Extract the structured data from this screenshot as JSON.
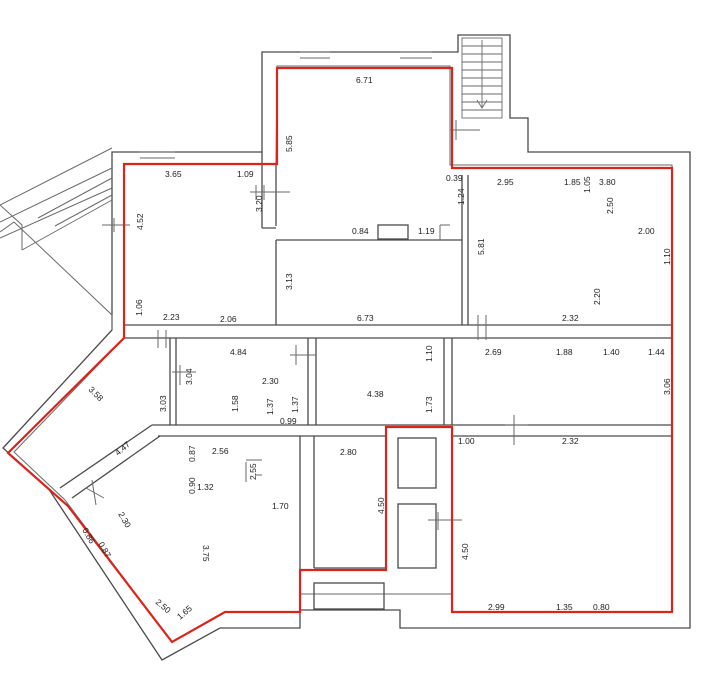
{
  "plan": {
    "highlight_color": "#d9251d",
    "wall_color": "#4a4a4a",
    "dimensions": [
      {
        "id": "d671",
        "text": "6.71"
      },
      {
        "id": "d585",
        "text": "5.85"
      },
      {
        "id": "d365",
        "text": "3.65"
      },
      {
        "id": "d109",
        "text": "1.09"
      },
      {
        "id": "d320",
        "text": "3.20"
      },
      {
        "id": "d452",
        "text": "4.52"
      },
      {
        "id": "d084",
        "text": "0.84"
      },
      {
        "id": "d119",
        "text": "1.19"
      },
      {
        "id": "d313",
        "text": "3.13"
      },
      {
        "id": "d039",
        "text": "0.39"
      },
      {
        "id": "d124",
        "text": "1.24"
      },
      {
        "id": "d295",
        "text": "2.95"
      },
      {
        "id": "d185",
        "text": "1.85"
      },
      {
        "id": "d105",
        "text": "1.05"
      },
      {
        "id": "d380",
        "text": "3.80"
      },
      {
        "id": "d250",
        "text": "2.50"
      },
      {
        "id": "d200",
        "text": "2.00"
      },
      {
        "id": "d581",
        "text": "5.81"
      },
      {
        "id": "d110a",
        "text": "1.10"
      },
      {
        "id": "d220",
        "text": "2.20"
      },
      {
        "id": "d232a",
        "text": "2.32"
      },
      {
        "id": "d106",
        "text": "1.06"
      },
      {
        "id": "d223",
        "text": "2.23"
      },
      {
        "id": "d206",
        "text": "2.06"
      },
      {
        "id": "d673",
        "text": "6.73"
      },
      {
        "id": "d484",
        "text": "4.84"
      },
      {
        "id": "d110b",
        "text": "1.10"
      },
      {
        "id": "d269",
        "text": "2.69"
      },
      {
        "id": "d188",
        "text": "1.88"
      },
      {
        "id": "d140",
        "text": "1.40"
      },
      {
        "id": "d144",
        "text": "1.44"
      },
      {
        "id": "d358",
        "text": "3.58"
      },
      {
        "id": "d304",
        "text": "3.04"
      },
      {
        "id": "d230a",
        "text": "2.30"
      },
      {
        "id": "d303",
        "text": "3.03"
      },
      {
        "id": "d158",
        "text": "1.58"
      },
      {
        "id": "d137a",
        "text": "1.37"
      },
      {
        "id": "d137b",
        "text": "1.37"
      },
      {
        "id": "d099",
        "text": "0.99"
      },
      {
        "id": "d438",
        "text": "4.38"
      },
      {
        "id": "d173",
        "text": "1.73"
      },
      {
        "id": "d306",
        "text": "3.06"
      },
      {
        "id": "d100",
        "text": "1.00"
      },
      {
        "id": "d232b",
        "text": "2.32"
      },
      {
        "id": "d447",
        "text": "4.47"
      },
      {
        "id": "d087a",
        "text": "0.87"
      },
      {
        "id": "d256",
        "text": "2.56"
      },
      {
        "id": "d255",
        "text": "2.55"
      },
      {
        "id": "d280",
        "text": "2.80"
      },
      {
        "id": "d090",
        "text": "0.90"
      },
      {
        "id": "d132",
        "text": "1.32"
      },
      {
        "id": "d170",
        "text": "1.70"
      },
      {
        "id": "d450a",
        "text": "4.50"
      },
      {
        "id": "d450b",
        "text": "4.50"
      },
      {
        "id": "d230b",
        "text": "2.30"
      },
      {
        "id": "d086",
        "text": "0.86"
      },
      {
        "id": "d087b",
        "text": "0.87"
      },
      {
        "id": "d375",
        "text": "3.75"
      },
      {
        "id": "d250b",
        "text": "2.50"
      },
      {
        "id": "d165",
        "text": "1.65"
      },
      {
        "id": "d299",
        "text": "2.99"
      },
      {
        "id": "d135",
        "text": "1.35"
      },
      {
        "id": "d080",
        "text": "0.80"
      }
    ]
  }
}
